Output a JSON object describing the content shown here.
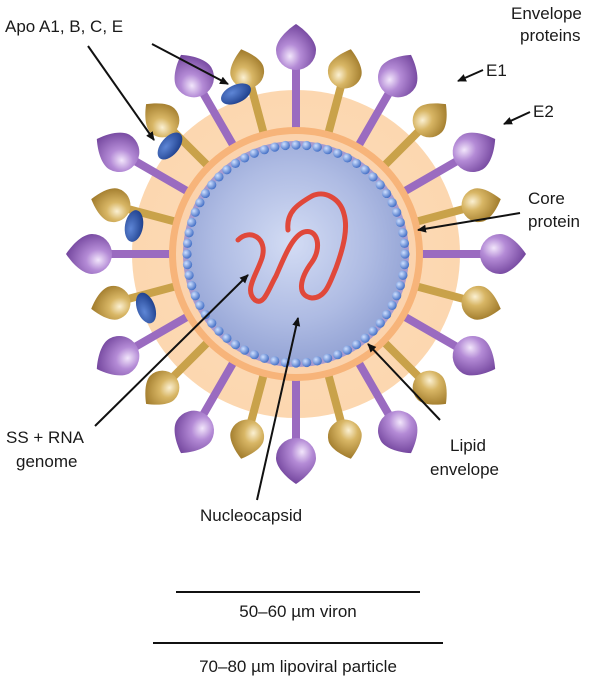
{
  "labels": {
    "apo": "Apo A1, B, C, E",
    "envelope_proteins_1": "Envelope",
    "envelope_proteins_2": "proteins",
    "e1": "E1",
    "e2": "E2",
    "core_1": "Core",
    "core_2": "protein",
    "ss_1": "SS + RNA",
    "ss_2": "genome",
    "lipid_1": "Lipid",
    "lipid_2": "envelope",
    "nucleocapsid": "Nucleocapsid"
  },
  "scale": {
    "viron": "50–60 µm viron",
    "lipoviral": "70–80 µm lipoviral particle"
  },
  "colors": {
    "purple_protein": "#9a6bc0",
    "gold_protein": "#c9a24a",
    "apo": "#2d55a8",
    "halo": "#fbd9b5",
    "ring": "#f2a35e",
    "capsid": "#b6c2e6",
    "bead": "#5b86d6",
    "rna": "#e0483a"
  }
}
